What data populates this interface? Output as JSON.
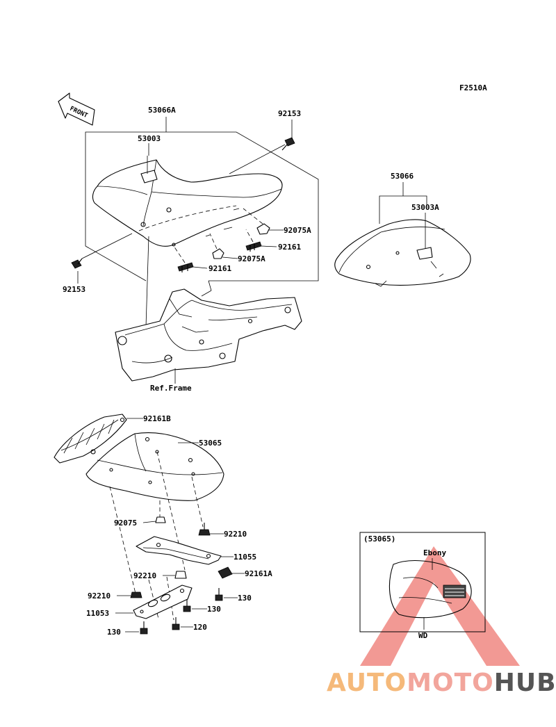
{
  "figure_code": "F2510A",
  "front_label": "FRONT",
  "labels": {
    "p53066A": "53066A",
    "p53003": "53003",
    "p92153_top": "92153",
    "p92153_left": "92153",
    "p92075A_1": "92075A",
    "p92075A_2": "92075A",
    "p92161_1": "92161",
    "p92161_2": "92161",
    "p53066": "53066",
    "p53003A": "53003A",
    "ref_frame": "Ref.Frame",
    "p92161B": "92161B",
    "p53065": "53065",
    "p92075": "92075",
    "p92210_1": "92210",
    "p92210_2": "92210",
    "p92210_3": "92210",
    "p11055": "11055",
    "p92161A": "92161A",
    "p130_1": "130",
    "p130_2": "130",
    "p130_3": "130",
    "p11053": "11053",
    "p120": "120"
  },
  "inset": {
    "ref": "(53065)",
    "color_label": "Ebony",
    "variant": "WD"
  },
  "watermark": {
    "part1": "AUTO",
    "part2": "MOTO",
    "part3": "HUB",
    "color1": "#f5b97a",
    "color2": "#f2a59c",
    "color3": "#555555",
    "triangle_color": "#e8453c"
  }
}
